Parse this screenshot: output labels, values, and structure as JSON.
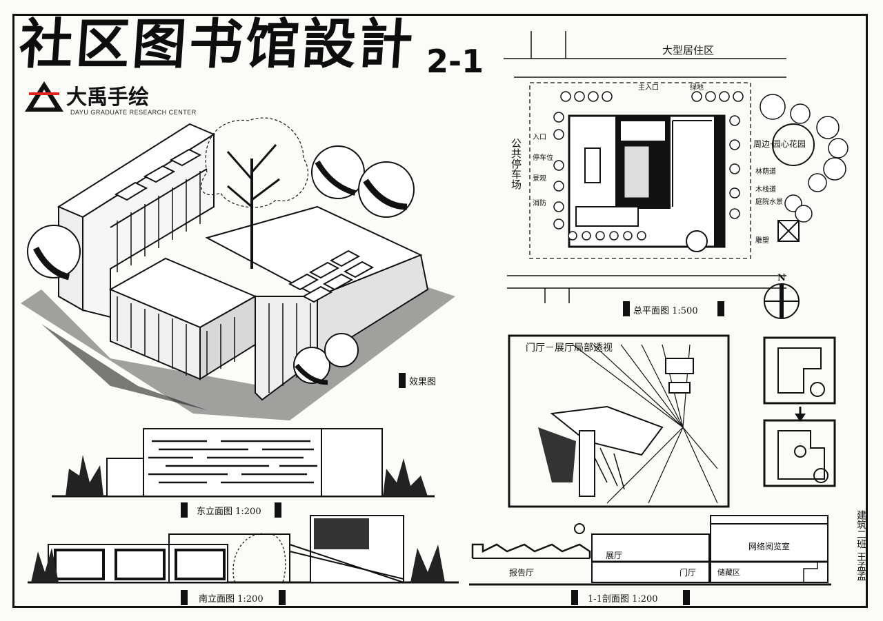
{
  "title": {
    "main": "社区图书馆設計",
    "number": "2-1"
  },
  "logo": {
    "name_cn": "大禹手绘",
    "name_en": "DAYU GRADUATE RESEARCH CENTER",
    "icon": "dayu-logo-icon"
  },
  "drawings": {
    "perspective_label": "效果图",
    "site_plan_label": "总平面图 1:500",
    "site_plan_road": "大型居住区",
    "site_plan_left_note": "公共停车场",
    "site_plan_right_note": "周边·园心花园",
    "site_plan_annotations": [
      "主入口",
      "绿地",
      "入口",
      "停车位",
      "景观",
      "林荫道",
      "木栈道",
      "庭院水景",
      "消防",
      "雕塑"
    ],
    "interior_label": "门厅－展厅局部透视",
    "east_elevation_label": "东立面图 1:200",
    "south_elevation_label": "南立面图 1:200",
    "section_label": "1-1剖面图 1:200",
    "section_notes": [
      "报告厅",
      "展厅",
      "门厅",
      "网络阅览室",
      "储藏区"
    ],
    "north_mark": "N",
    "side_note": "建筑二班 王孟孟"
  }
}
